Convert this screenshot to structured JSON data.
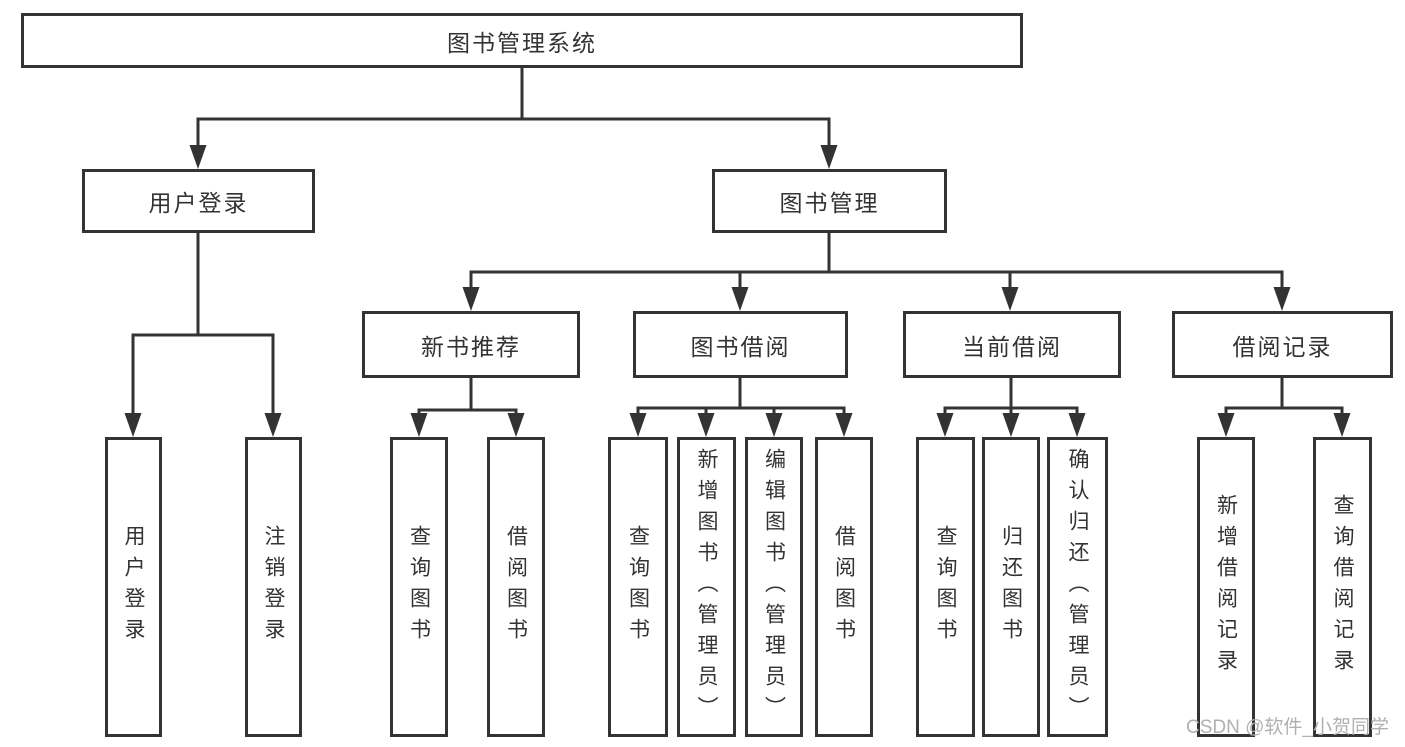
{
  "diagram": {
    "root": {
      "label": "图书管理系统"
    },
    "branches": [
      {
        "label": "用户登录",
        "children": [
          {
            "label": "用户登录"
          },
          {
            "label": "注销登录"
          }
        ]
      },
      {
        "label": "图书管理",
        "children": [
          {
            "label": "新书推荐",
            "children": [
              {
                "label": "查询图书"
              },
              {
                "label": "借阅图书"
              }
            ]
          },
          {
            "label": "图书借阅",
            "children": [
              {
                "label": "查询图书"
              },
              {
                "label": "新增图书（管理员）"
              },
              {
                "label": "编辑图书（管理员）"
              },
              {
                "label": "借阅图书"
              }
            ]
          },
          {
            "label": "当前借阅",
            "children": [
              {
                "label": "查询图书"
              },
              {
                "label": "归还图书"
              },
              {
                "label": "确认归还（管理员）"
              }
            ]
          },
          {
            "label": "借阅记录",
            "children": [
              {
                "label": "新增借阅记录"
              },
              {
                "label": "查询借阅记录"
              }
            ]
          }
        ]
      }
    ]
  },
  "watermark": "CSDN @软件_小贺同学",
  "colors": {
    "line": "#333333",
    "text": "#333333",
    "background": "#ffffff",
    "watermark": "#b0b0b0"
  }
}
